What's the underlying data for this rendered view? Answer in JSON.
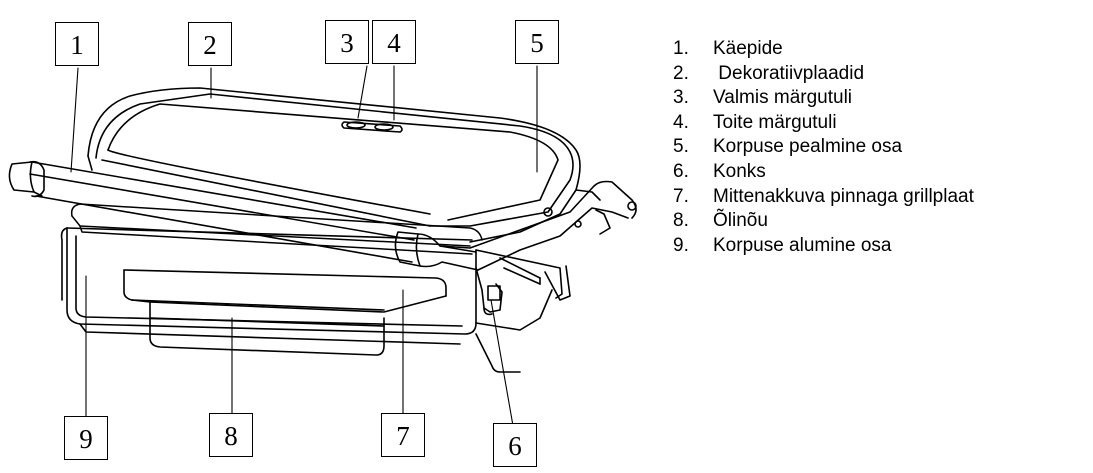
{
  "callouts": [
    "1",
    "2",
    "3",
    "4",
    "5",
    "6",
    "7",
    "8",
    "9"
  ],
  "legend": [
    {
      "num": "1.",
      "label": "Käepide"
    },
    {
      "num": "2.",
      "label": " Dekoratiivplaadid"
    },
    {
      "num": "3.",
      "label": "Valmis märgutuli"
    },
    {
      "num": "4.",
      "label": "Toite märgutuli"
    },
    {
      "num": "5.",
      "label": "Korpuse pealmine osa"
    },
    {
      "num": "6.",
      "label": "Konks"
    },
    {
      "num": "7.",
      "label": "Mittenakkuva pinnaga grillplaat"
    },
    {
      "num": "8.",
      "label": "Õlinõu"
    },
    {
      "num": "9.",
      "label": "Korpuse alumine osa"
    }
  ]
}
